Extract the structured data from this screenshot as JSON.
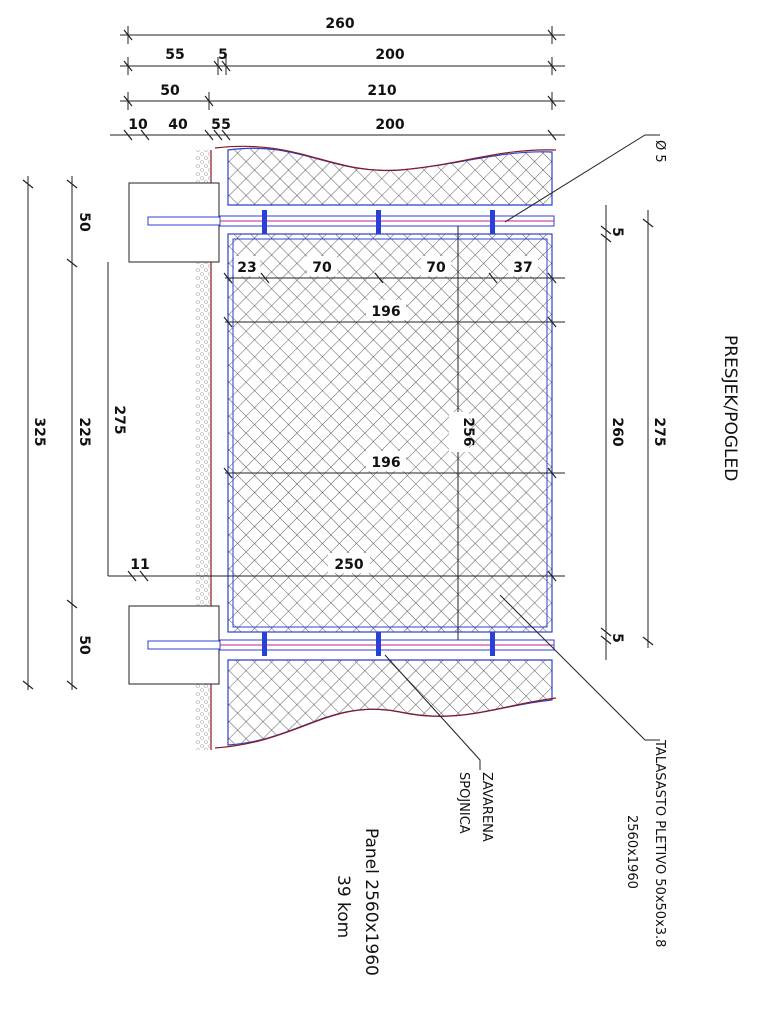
{
  "title": "PRESJEK/POGLED",
  "top_dimensions": {
    "row1": [
      "260"
    ],
    "row2": [
      "55",
      "5",
      "200"
    ],
    "row3": [
      "50",
      "210"
    ],
    "row4": [
      "10",
      "40",
      "5",
      "5",
      "200"
    ]
  },
  "left_dimensions": {
    "outer": "325",
    "middle": [
      "50",
      "225",
      "50"
    ],
    "inner": "275"
  },
  "right_dimensions": {
    "inner": [
      "5",
      "260",
      "5"
    ],
    "outer": "275"
  },
  "inner_dimensions": {
    "post_spacing": [
      "23",
      "70",
      "70",
      "37"
    ],
    "width_a": "196",
    "width_b": "196",
    "height": "256",
    "bottom_offset": "11",
    "bottom_width": "250"
  },
  "labels": {
    "diameter": "Ø 5",
    "mesh_title": "TALASASTO PLETIVO 50x50x3.8",
    "mesh_size": "2560x1960",
    "joint_line1": "ZAVARENA",
    "joint_line2": "SPOJNICA",
    "panel_name": "Panel 2560x1960",
    "panel_count": "39 kom"
  }
}
